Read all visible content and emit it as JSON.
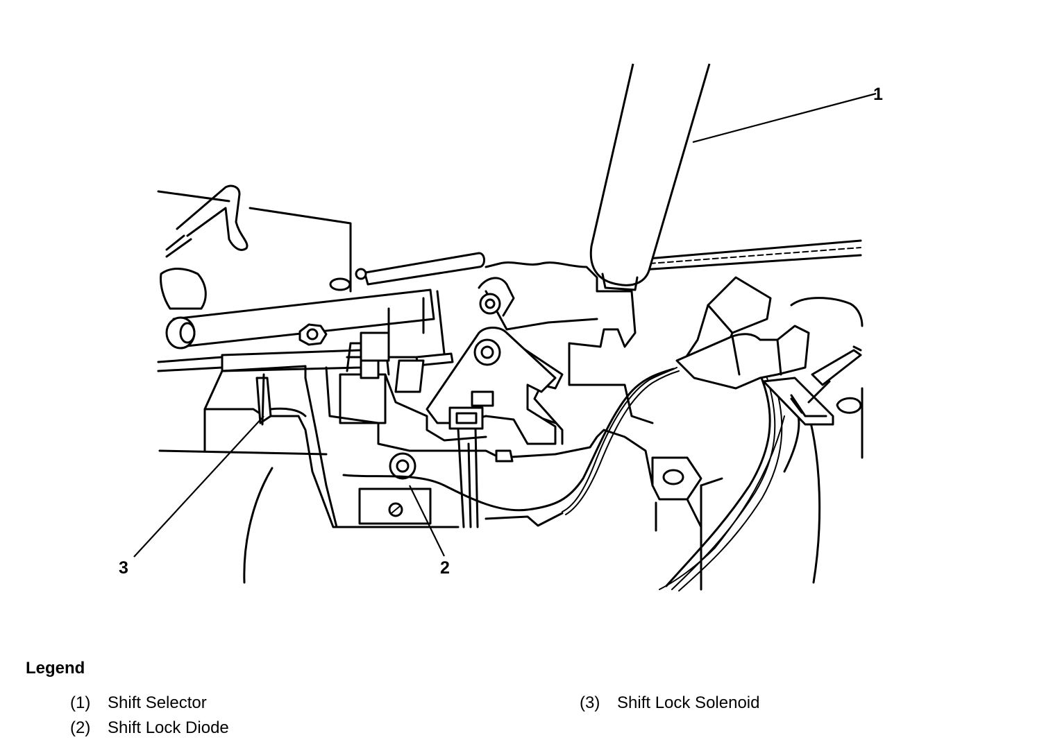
{
  "callouts": [
    {
      "id": "1",
      "label": "1"
    },
    {
      "id": "2",
      "label": "2"
    },
    {
      "id": "3",
      "label": "3"
    }
  ],
  "legend": {
    "title": "Legend",
    "items": [
      {
        "number": "(1)",
        "name": "Shift Selector"
      },
      {
        "number": "(2)",
        "name": "Shift Lock Diode"
      },
      {
        "number": "(3)",
        "name": "Shift Lock Solenoid"
      }
    ]
  }
}
